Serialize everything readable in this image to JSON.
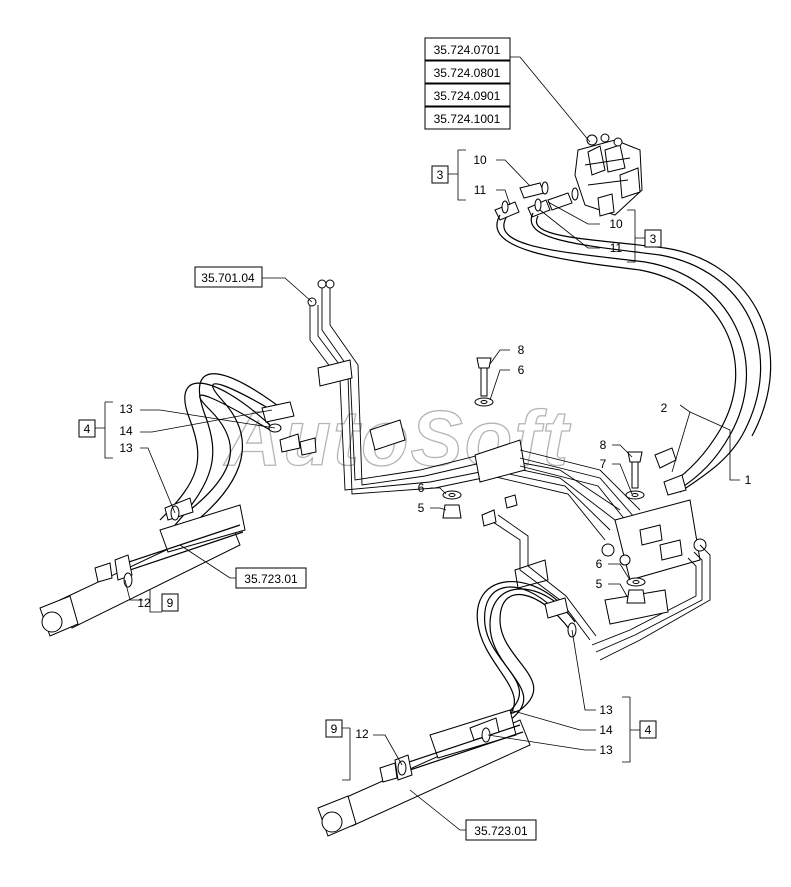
{
  "valve_refs": [
    "35.724.0701",
    "35.724.0801",
    "35.724.0901",
    "35.724.1001"
  ],
  "refs": {
    "tube_ref": "35.701.04",
    "cyl_ref_left": "35.723.01",
    "cyl_ref_bottom": "35.723.01"
  },
  "groups": {
    "three": "3",
    "four": "4",
    "nine": "9"
  },
  "callouts": {
    "n1": "1",
    "n2": "2",
    "n5": "5",
    "n6": "6",
    "n7": "7",
    "n8": "8",
    "n10": "10",
    "n11": "11",
    "n12": "12",
    "n13": "13",
    "n14": "14"
  },
  "watermark": "AutoSoft"
}
